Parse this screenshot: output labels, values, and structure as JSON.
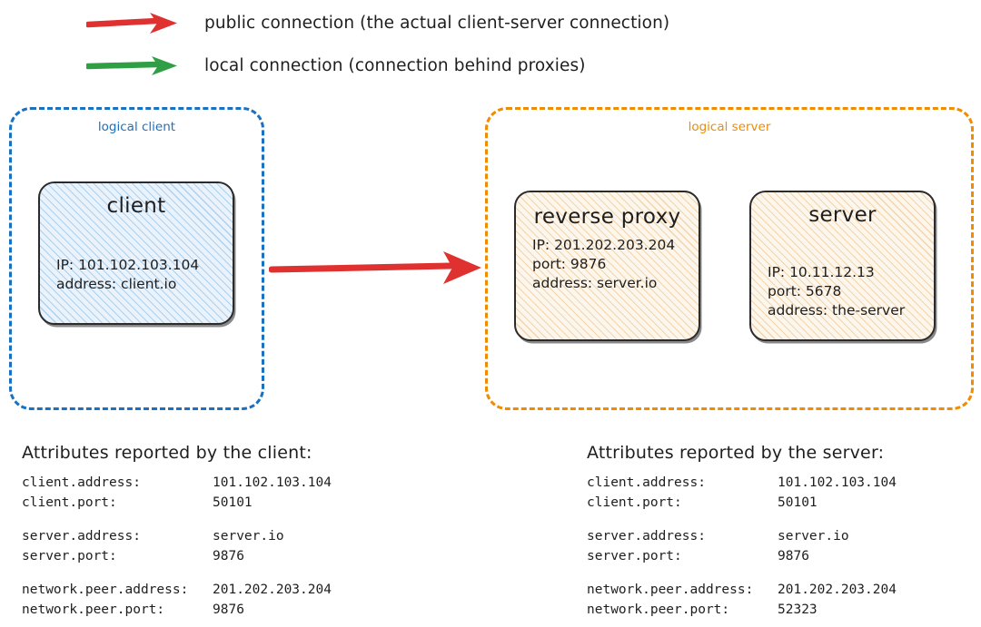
{
  "legend": {
    "items": [
      {
        "icon": "red-arrow-icon",
        "color": "#e03131",
        "label": "public connection (the actual client-server connection)"
      },
      {
        "icon": "green-arrow-icon",
        "color": "#2f9e44",
        "label": "local connection (connection behind proxies)"
      }
    ]
  },
  "diagram": {
    "logical_client": {
      "label": "logical client",
      "color": "#1971c2",
      "node": {
        "title": "client",
        "details": [
          "IP: 101.102.103.104",
          "address: client.io"
        ]
      }
    },
    "logical_server": {
      "label": "logical server",
      "color": "#f08c00",
      "nodes": [
        {
          "title": "reverse proxy",
          "details": [
            "IP: 201.202.203.204",
            "port: 9876",
            "address: server.io"
          ]
        },
        {
          "title": "server",
          "details": [
            "IP: 10.11.12.13",
            "port: 5678",
            "address: the-server"
          ]
        }
      ]
    },
    "main_connection": {
      "icon": "red-arrow-icon",
      "color": "#e03131",
      "from": "client",
      "to": "reverse proxy"
    }
  },
  "attributes": {
    "client_panel": {
      "heading": "Attributes reported by the client:",
      "groups": [
        [
          {
            "key": "client.address:",
            "value": "101.102.103.104"
          },
          {
            "key": "client.port:",
            "value": "50101"
          }
        ],
        [
          {
            "key": "server.address:",
            "value": "server.io"
          },
          {
            "key": "server.port:",
            "value": "9876"
          }
        ],
        [
          {
            "key": "network.peer.address:",
            "value": "201.202.203.204"
          },
          {
            "key": "network.peer.port:",
            "value": "9876"
          }
        ]
      ]
    },
    "server_panel": {
      "heading": "Attributes reported by the server:",
      "groups": [
        [
          {
            "key": "client.address:",
            "value": "101.102.103.104"
          },
          {
            "key": "client.port:",
            "value": "50101"
          }
        ],
        [
          {
            "key": "server.address:",
            "value": "server.io"
          },
          {
            "key": "server.port:",
            "value": "9876"
          }
        ],
        [
          {
            "key": "network.peer.address:",
            "value": "201.202.203.204"
          },
          {
            "key": "network.peer.port:",
            "value": "52323"
          }
        ]
      ]
    }
  }
}
